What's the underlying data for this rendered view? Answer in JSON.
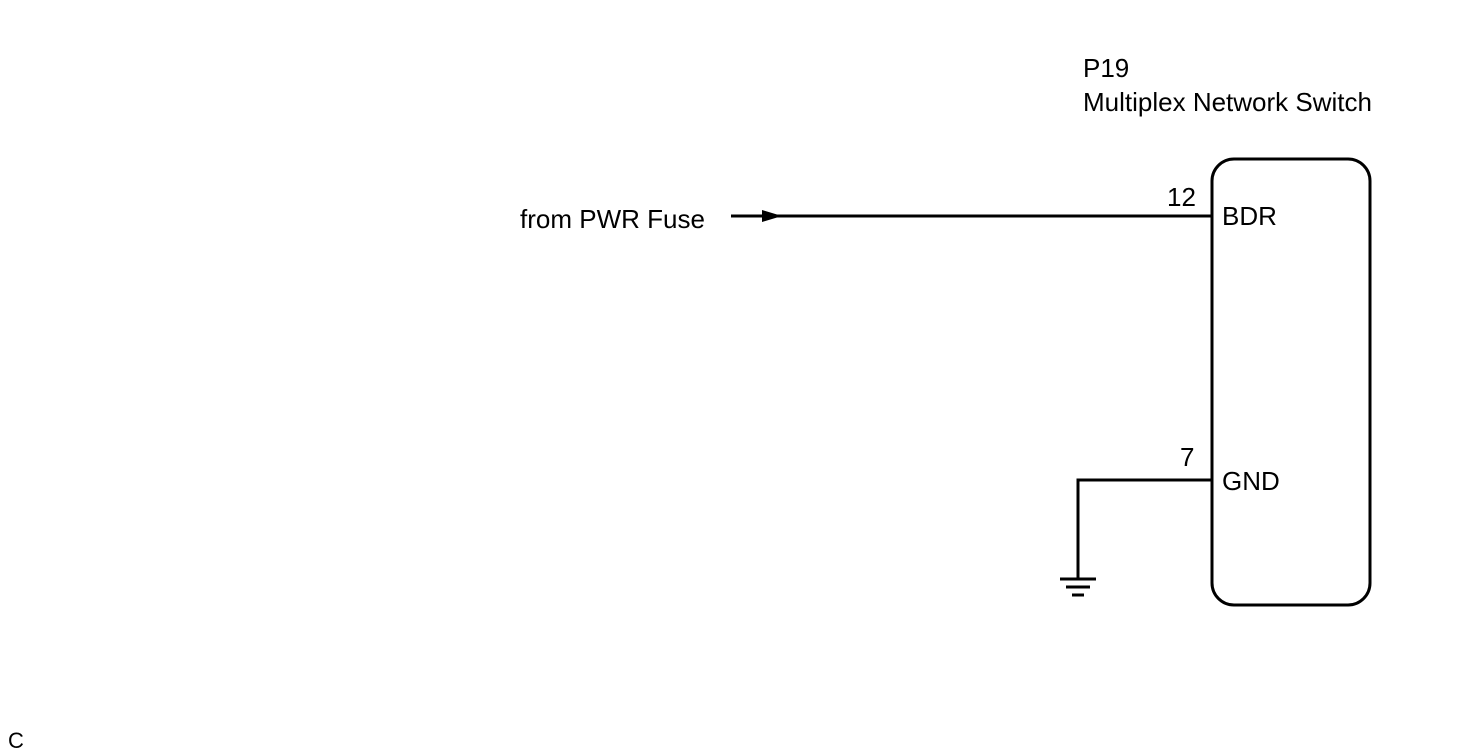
{
  "connector": {
    "id": "P19",
    "name": "Multiplex Network Switch"
  },
  "source": {
    "label": "from PWR Fuse"
  },
  "pins": [
    {
      "number": "12",
      "name": "BDR"
    },
    {
      "number": "7",
      "name": "GND"
    }
  ],
  "corner_code": "C",
  "colors": {
    "line": "#000000",
    "background": "#ffffff"
  }
}
